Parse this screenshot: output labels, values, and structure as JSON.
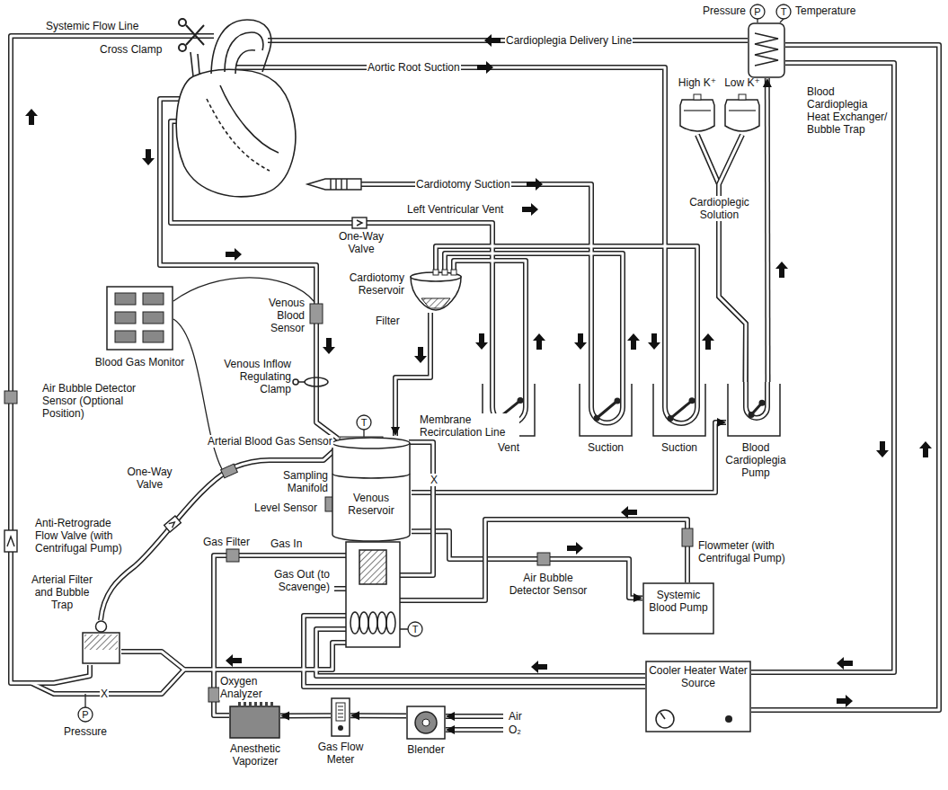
{
  "diagram": {
    "nodes": [
      {
        "text": [
          "Blood Gas Monitor"
        ]
      },
      {
        "text": [
          "Cardiotomy Reservoir"
        ]
      },
      {
        "text": [
          "Venous Reservoir"
        ]
      },
      {
        "text": [
          "Vent"
        ]
      },
      {
        "text": [
          "Suction"
        ]
      },
      {
        "text": [
          "Suction"
        ]
      },
      {
        "text": [
          "Blood Cardioplegia Pump"
        ]
      },
      {
        "text": [
          "Systemic Blood Pump"
        ]
      },
      {
        "text": [
          "Cooler Heater Water Source"
        ]
      },
      {
        "text": [
          "Blender"
        ]
      },
      {
        "text": [
          "Gas Flow Meter"
        ]
      },
      {
        "text": [
          "Anesthetic Vaporizer"
        ]
      },
      {
        "text": [
          "Blood Cardioplegia Heat Exchanger/ Bubble Trap"
        ]
      },
      {
        "text": [
          "Arterial Filter and Bubble Trap"
        ]
      },
      {
        "text": [
          "High K⁺"
        ]
      },
      {
        "text": [
          "Low K⁺"
        ]
      }
    ],
    "edges": [
      {
        "from": 9,
        "to": 10,
        "arrow": "to"
      },
      {
        "from": 10,
        "to": 11,
        "arrow": "to"
      },
      {
        "from": 1,
        "to": 2,
        "arrow": "to"
      },
      {
        "from": 6,
        "to": 12,
        "arrow": "to"
      },
      {
        "from": 14,
        "to": 6,
        "arrow": "none"
      },
      {
        "from": 15,
        "to": 6,
        "arrow": "none"
      },
      {
        "from": 2,
        "to": 7,
        "arrow": "to"
      },
      {
        "from": 2,
        "to": 6,
        "arrow": "to"
      }
    ],
    "labels": [
      "Systemic Flow Line",
      "Cross Clamp",
      "Cardioplegia Delivery Line",
      "Aortic Root Suction",
      "Pressure",
      "P",
      "T",
      "Temperature",
      "Cardiotomy Suction",
      "Left Ventricular Vent",
      "One-Way Valve",
      "Filter",
      "Venous Blood Sensor",
      "Venous Inflow Regulating Clamp",
      "T",
      "Membrane Recirculation Line",
      "X",
      "Air Bubble Detector Sensor (Optional Position)",
      "Anti-Retrograde Flow Valve (with Centrifugal Pump)",
      "One-Way Valve",
      "Arterial Blood Gas Sensor",
      "Sampling Manifold",
      "Level Sensor",
      "Gas Filter",
      "Gas In",
      "Gas Out (to Scavenge)",
      "T",
      "Air Bubble Detector Sensor",
      "Flowmeter (with Centrifugal Pump)",
      "X",
      "P",
      "Pressure",
      "Oxygen Analyzer",
      "Air",
      "O₂",
      "Cardioplegic Solution"
    ]
  }
}
